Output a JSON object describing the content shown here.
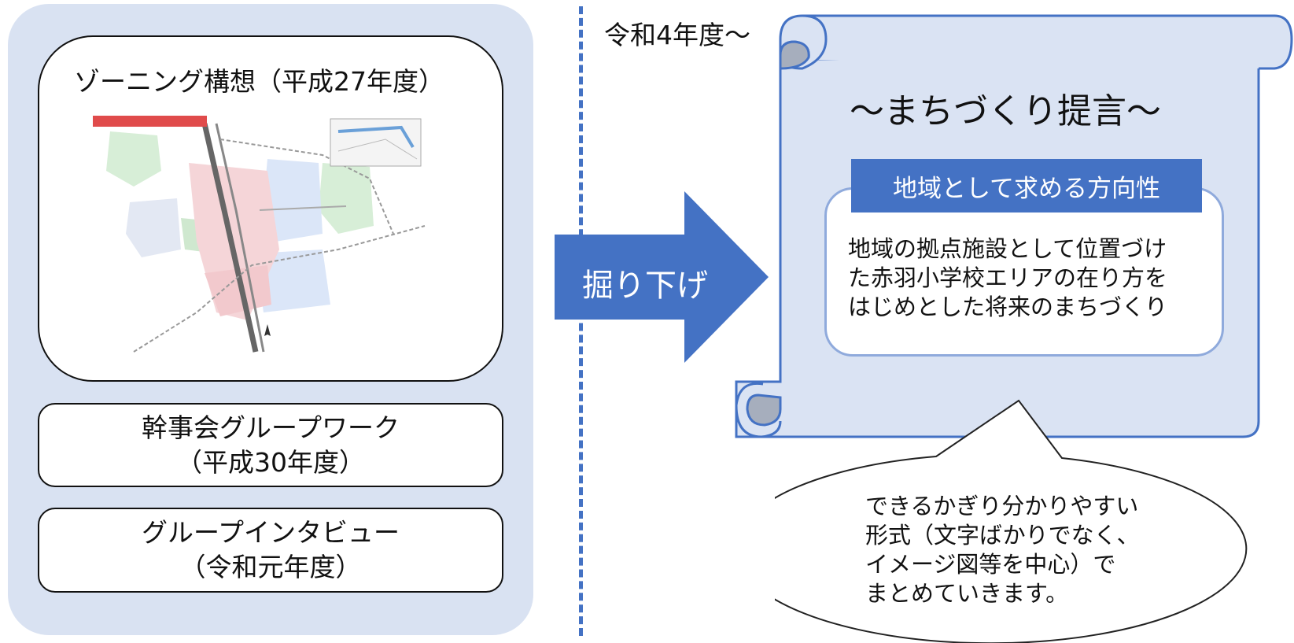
{
  "left": {
    "zoning_title": "ゾーニング構想（平成27年度）",
    "workshop_line1": "幹事会グループワーク",
    "workshop_line2": "（平成30年度）",
    "interview_line1": "グループインタビュー",
    "interview_line2": "（令和元年度）"
  },
  "fiscal_label": "令和4年度〜",
  "arrow_label": "掘り下げ",
  "proposal": {
    "title": "〜まちづくり提言〜",
    "direction_heading": "地域として求める方向性",
    "direction_lines": [
      "地域の拠点施設として位置づけ",
      "た赤羽小学校エリアの在り方を",
      "はじめとした将来のまちづくり"
    ]
  },
  "bubble_lines": [
    "できるかぎり分かりやすい",
    "形式（文字ばかりでなく、",
    "イメージ図等を中心）で",
    "まとめていきます。"
  ],
  "colors": {
    "panel_bg": "#d9e2f2",
    "accent_blue": "#4472c4",
    "scroll_fill": "#dae3f3",
    "scroll_stroke": "#4472c4",
    "light_border": "#8faadc"
  }
}
